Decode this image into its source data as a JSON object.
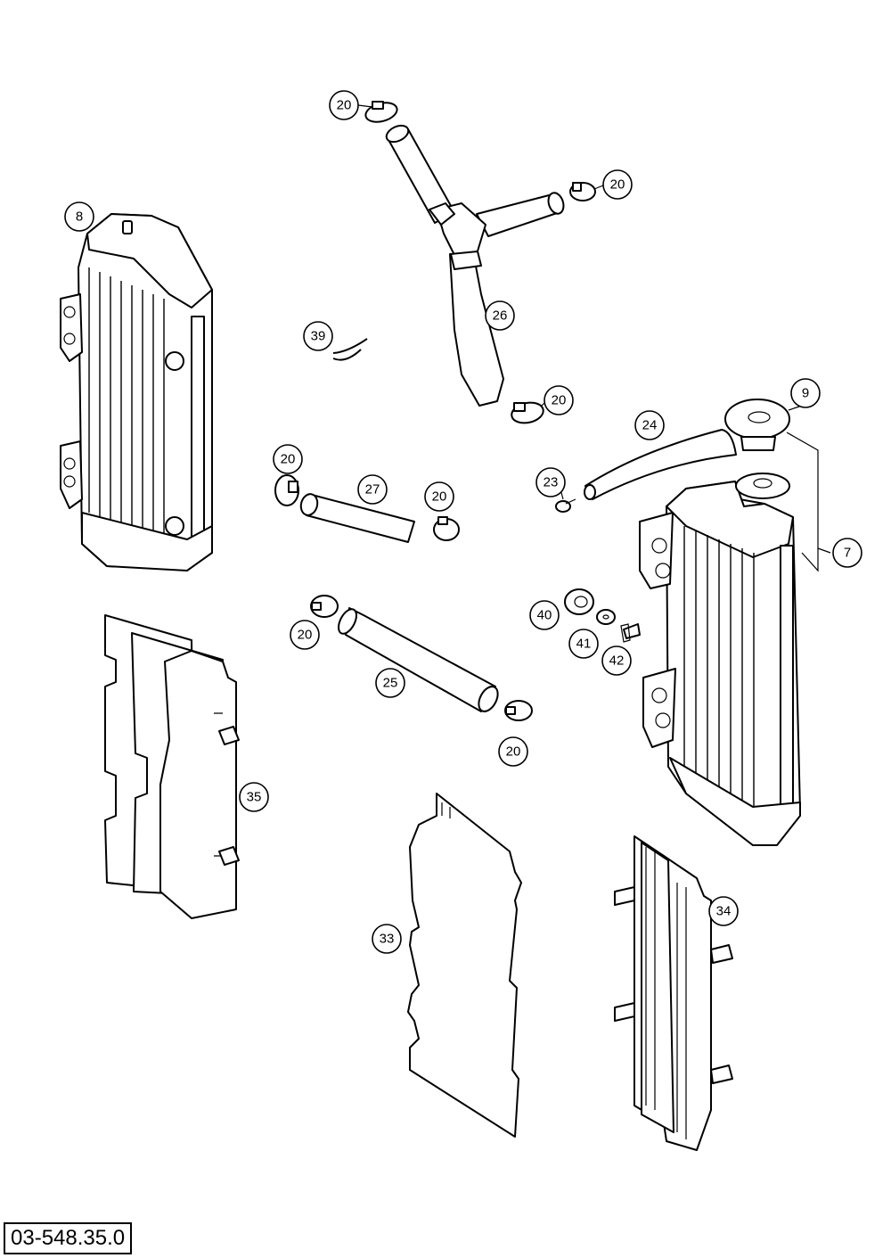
{
  "document_code": "03-548.35.0",
  "callouts": {
    "c20a": "20",
    "c20b": "20",
    "c20c": "20",
    "c20d": "20",
    "c20e": "20",
    "c20f": "20",
    "c20g": "20",
    "c8": "8",
    "c9": "9",
    "c7": "7",
    "c39": "39",
    "c26": "26",
    "c24": "24",
    "c23": "23",
    "c27": "27",
    "c25": "25",
    "c40": "40",
    "c41": "41",
    "c42": "42",
    "c35": "35",
    "c33": "33",
    "c34": "34"
  }
}
